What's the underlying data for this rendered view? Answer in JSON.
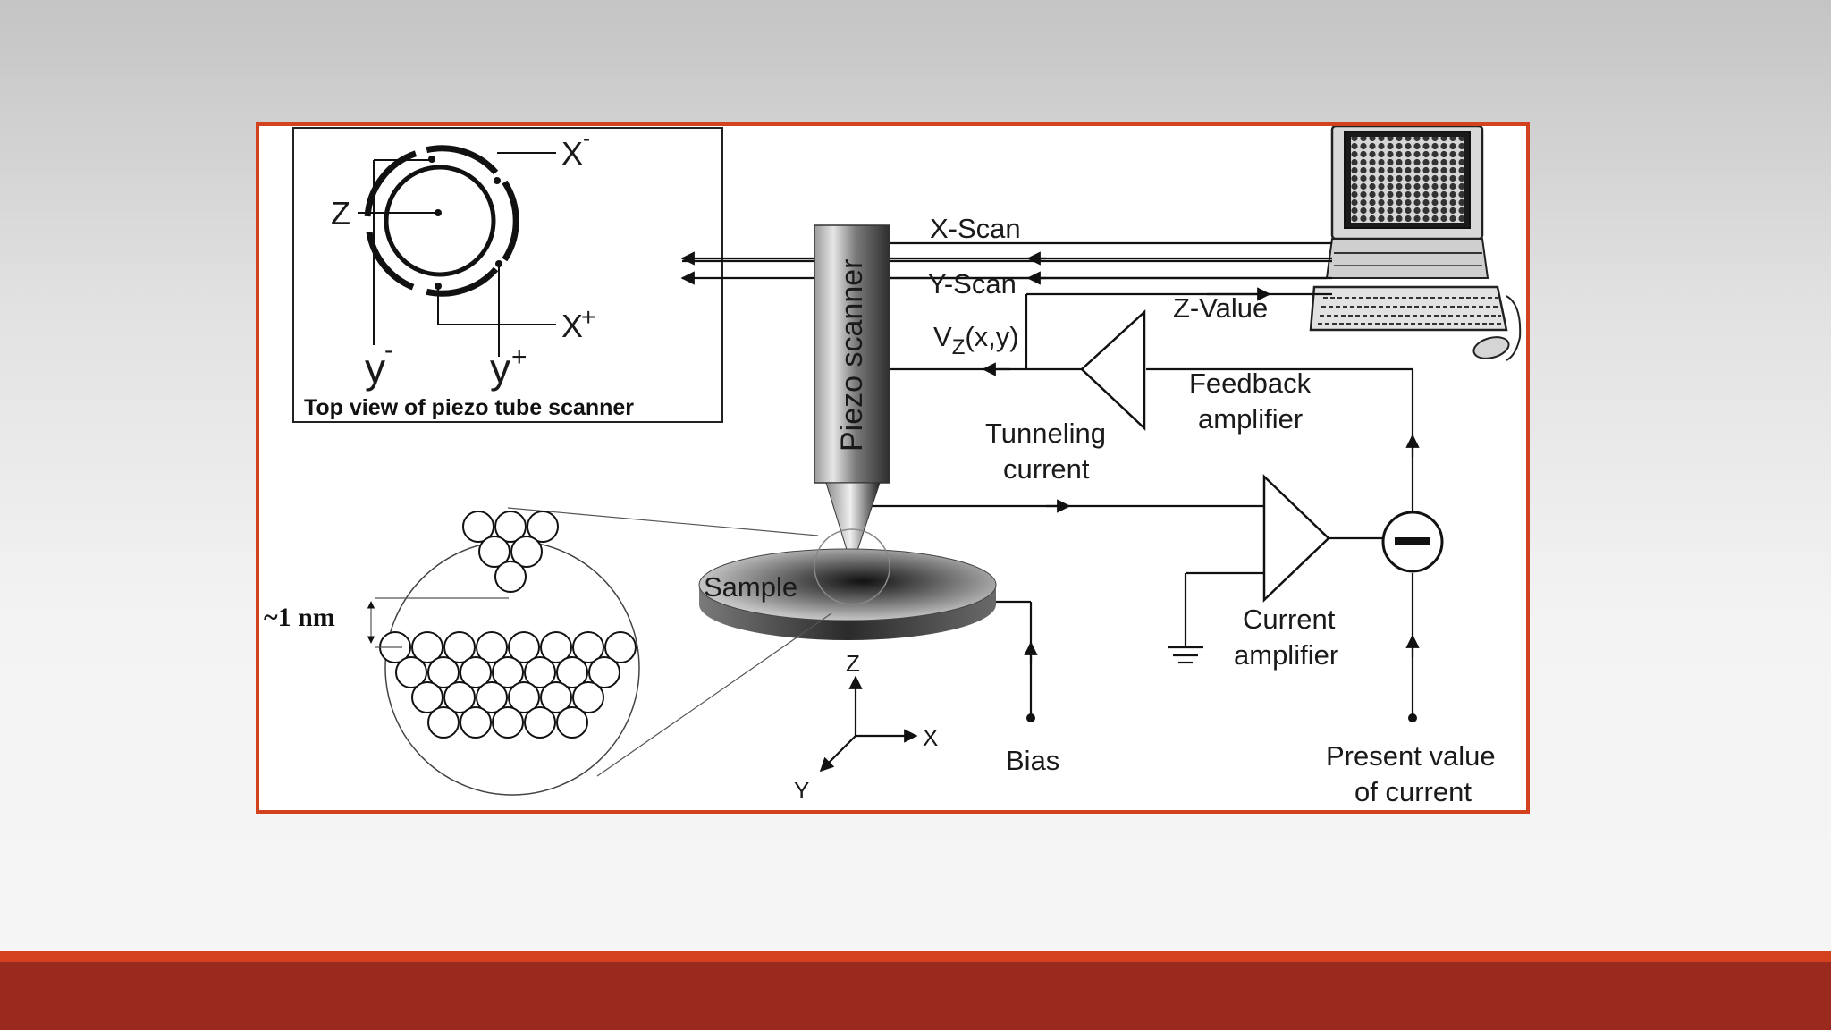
{
  "figure": {
    "inset_title": "Top view of piezo tube scanner",
    "inset_labels": {
      "x_minus": "X",
      "x_plus": "X",
      "y_minus": "y",
      "y_plus": "y",
      "z": "Z",
      "minus_sup": "-",
      "plus_sup": "+"
    },
    "piezo_label": "Piezo scanner",
    "sample_label": "Sample",
    "scale_label": "~1 nm",
    "x_scan": "X-Scan",
    "y_scan": "Y-Scan",
    "z_value": "Z-Value",
    "vz_main": "V",
    "vz_sub": "Z",
    "vz_args": "(x,y)",
    "tunneling_current": [
      "Tunneling",
      "current"
    ],
    "feedback_amplifier": [
      "Feedback",
      "amplifier"
    ],
    "current_amplifier": [
      "Current",
      "amplifier"
    ],
    "bias": "Bias",
    "present_value": [
      "Present value",
      "of current"
    ],
    "axes": {
      "z": "Z",
      "x": "X",
      "y": "Y"
    }
  },
  "colors": {
    "frame_border": "#d4411f",
    "footer_line": "#d4411f",
    "footer": "#9a2a1e"
  }
}
